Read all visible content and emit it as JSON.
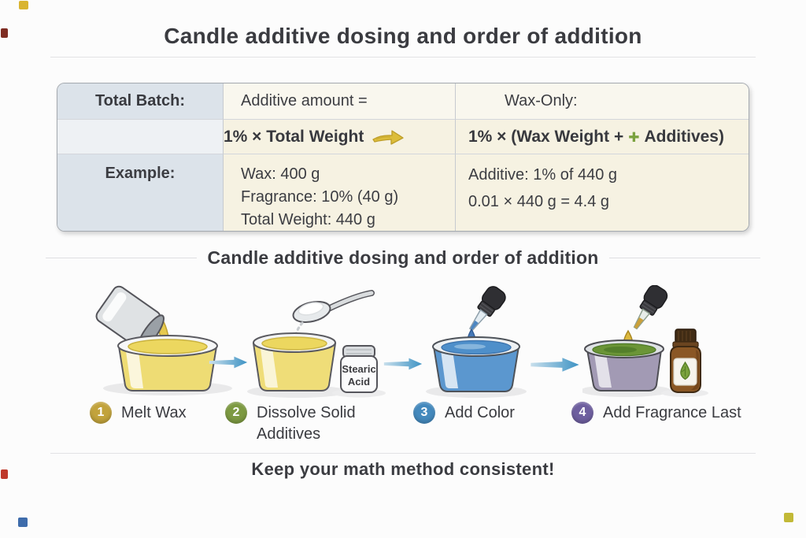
{
  "page": {
    "title": "Candle additive dosing and order of addition",
    "section_title": "Candle additive dosing and order of addition",
    "footer_note": "Keep your math method consistent!"
  },
  "table": {
    "header": {
      "col1": "Total Batch:",
      "col2": "Additive amount =",
      "col3": "Wax-Only:"
    },
    "formula": {
      "total_batch": "1% × Total Weight",
      "wax_only_part1": "1% × (Wax Weight +",
      "wax_only_part2": "Additives)"
    },
    "example": {
      "label": "Example:",
      "total_batch_lines": [
        "Wax: 400 g",
        "Fragrance: 10% (40 g)",
        "Total Weight: 440 g"
      ],
      "wax_only_lines": [
        "Additive: 1% of 440 g",
        "0.01 × 440 g = 4.4 g"
      ]
    }
  },
  "steps": [
    {
      "number": "1",
      "label": "Melt Wax",
      "badge_color": "#c2a33c"
    },
    {
      "number": "2",
      "label": "Dissolve Solid Additives",
      "badge_color": "#7d9a42"
    },
    {
      "number": "3",
      "label": "Add Color",
      "badge_color": "#4489bd"
    },
    {
      "number": "4",
      "label": "Add Fragrance Last",
      "badge_color": "#6e5f9f"
    }
  ],
  "illustrations": {
    "jar_label_line1": "Stearic",
    "jar_label_line2": "Acid"
  },
  "icons": {
    "plus_glyph": "✚"
  },
  "colors": {
    "header_cell_bg": "#dce3ea",
    "cream_cell_bg": "#f6f2e2",
    "formula_arrow_yellow": "#dcbd3a",
    "plus_icon_green": "#7ba23f",
    "flow_arrow_blue": "#4493c3",
    "wax_yellow": "#eedc74",
    "dye_blue": "#4e8fcb",
    "fragrance_green": "#6b9537",
    "bottle_amber": "#8a5725"
  },
  "corner_marks": [
    {
      "name": "top-left-yellow",
      "color": "#d9b430"
    },
    {
      "name": "left-dark-red",
      "color": "#7e2c22"
    },
    {
      "name": "bottom-left-red",
      "color": "#bf392b"
    },
    {
      "name": "bottom-left-blue",
      "color": "#3e6cab"
    },
    {
      "name": "bottom-right-olive",
      "color": "#c2b937"
    }
  ]
}
